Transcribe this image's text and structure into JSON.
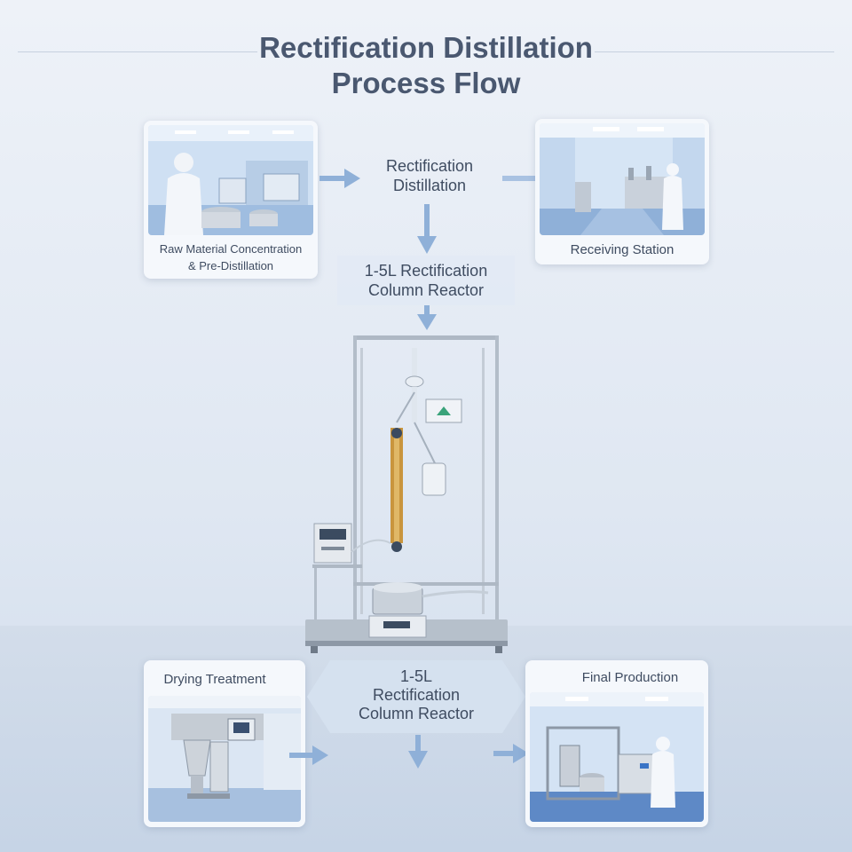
{
  "title": {
    "line1": "Rectification Distillation",
    "line2": "Process Flow"
  },
  "top_left_card": {
    "line1": "Raw Material Concentration",
    "line2": "& Pre-Distillation",
    "icon": "cleanroom-operator-icon"
  },
  "top_center": {
    "line1": "Rectification",
    "line2": "Distillation"
  },
  "top_right_card": {
    "label": "Receiving Station",
    "icon": "cleanroom-lab-icon"
  },
  "middle_center": {
    "line1": "1-5L Rectification",
    "line2": "Column Reactor"
  },
  "bottom_left_card": {
    "label": "Drying Treatment",
    "icon": "spray-dryer-icon"
  },
  "bottom_center": {
    "line1": "1-5L",
    "line2": "Rectification",
    "line3": "Column Reactor"
  },
  "bottom_right_card": {
    "label": "Final Production",
    "icon": "production-line-icon"
  },
  "colors": {
    "arrow": "#8fb0d8",
    "panel_bg": "#f5f8fc",
    "title": "#4a5870"
  }
}
